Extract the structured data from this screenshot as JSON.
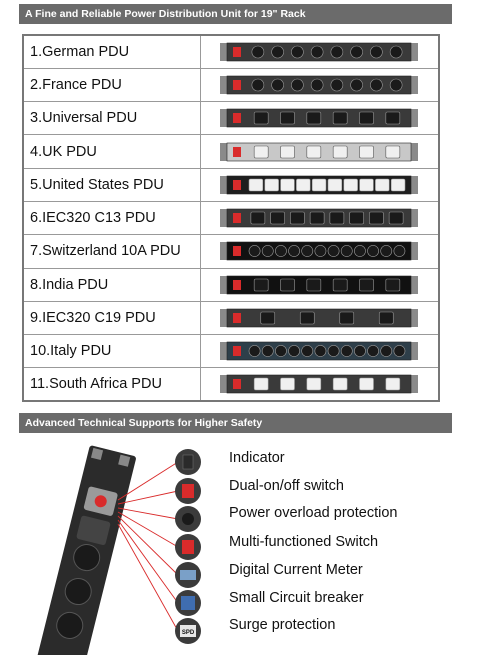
{
  "banners": {
    "top": "A Fine and Reliable Power Distribution Unit for 19\" Rack",
    "bottom": "Advanced Technical Supports for Higher Safety"
  },
  "pdus": [
    {
      "label": "1.German PDU",
      "style": "german",
      "color": "#3a3a3a",
      "outlets": 8
    },
    {
      "label": "2.France PDU",
      "style": "france",
      "color": "#3a3a3a",
      "outlets": 8
    },
    {
      "label": "3.Universal PDU",
      "style": "universal",
      "color": "#3a3a3a",
      "outlets": 6
    },
    {
      "label": "4.UK PDU",
      "style": "uk",
      "color": "#c8c8c8",
      "outlets": 6
    },
    {
      "label": "5.United States PDU",
      "style": "us",
      "color": "#1e1e1e",
      "outlets": 10
    },
    {
      "label": "6.IEC320 C13 PDU",
      "style": "iec13",
      "color": "#3a3a3a",
      "outlets": 8
    },
    {
      "label": "7.Switzerland 10A PDU",
      "style": "swiss",
      "color": "#111111",
      "outlets": 12
    },
    {
      "label": "8.India PDU",
      "style": "india",
      "color": "#111111",
      "outlets": 6
    },
    {
      "label": "9.IEC320 C19 PDU",
      "style": "iec19",
      "color": "#3a3a3a",
      "outlets": 4
    },
    {
      "label": "10.Italy PDU",
      "style": "italy",
      "color": "#2e3f4a",
      "outlets": 12
    },
    {
      "label": "11.South Africa PDU",
      "style": "sa",
      "color": "#3a3a3a",
      "outlets": 6
    }
  ],
  "features": [
    "Indicator",
    "Dual-on/off switch",
    "Power overload protection",
    "Multi-functioned Switch",
    "Digital Current Meter",
    "Small Circuit breaker",
    "Surge protection"
  ],
  "spd_label": "SPD",
  "colors": {
    "accent_red": "#d92b2b",
    "banner": "#6b6b6b"
  }
}
